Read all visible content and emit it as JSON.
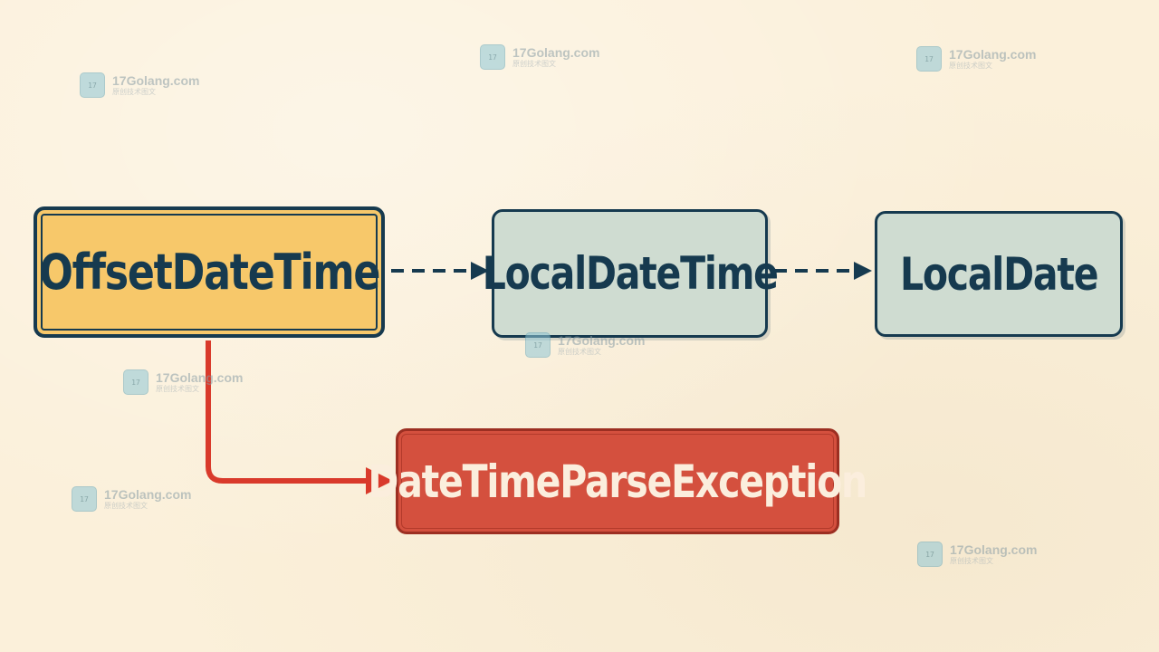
{
  "diagram": {
    "nodes": {
      "offset_date_time": "OffsetDateTime",
      "local_date_time": "LocalDateTime",
      "local_date": "LocalDate",
      "exception": "DateTimeParseException"
    },
    "edges": [
      {
        "from": "OffsetDateTime",
        "to": "LocalDateTime",
        "style": "dashed",
        "color": "#163a4f"
      },
      {
        "from": "LocalDateTime",
        "to": "LocalDate",
        "style": "dashed",
        "color": "#163a4f"
      },
      {
        "from": "OffsetDateTime",
        "to": "DateTimeParseException",
        "style": "solid",
        "color": "#d93a2b"
      }
    ],
    "colors": {
      "background": "#fbf0da",
      "primary_node": "#f7c86a",
      "secondary_node": "#cfdcd1",
      "error_node": "#d4503e",
      "outline": "#163a4f"
    }
  },
  "watermark": {
    "site": "17Golang.com",
    "tagline": "原创技术图文",
    "logo_icon": "watermark-logo-icon"
  }
}
